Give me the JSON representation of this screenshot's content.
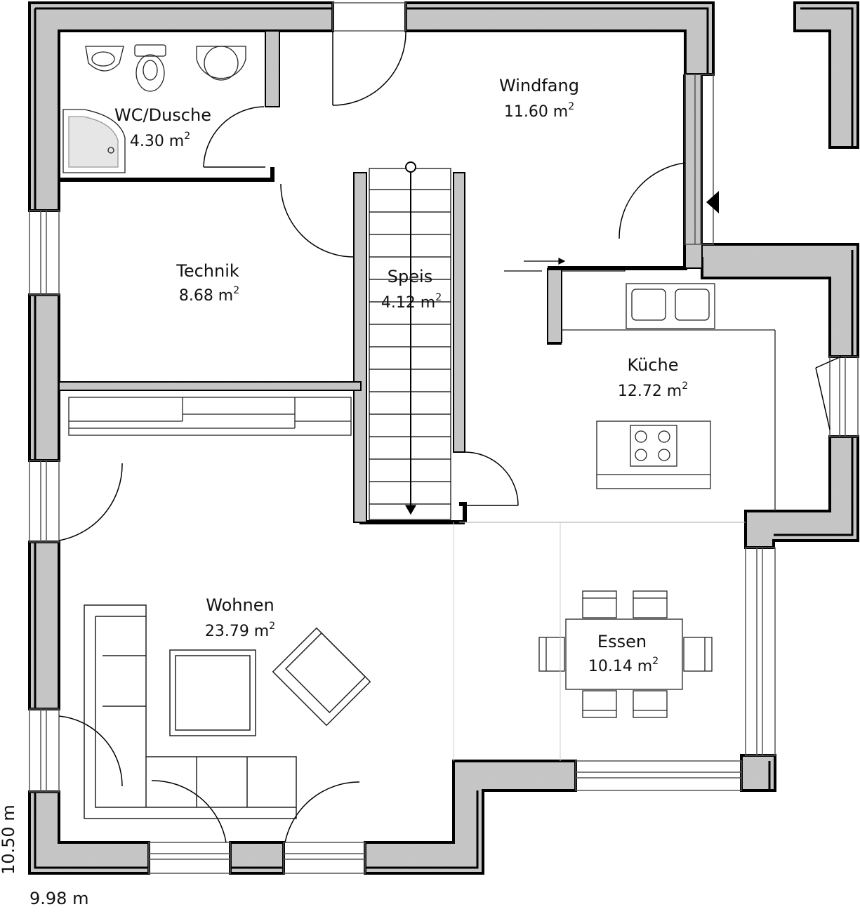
{
  "plan": {
    "rooms": [
      {
        "id": "wc-dusche",
        "name": "WC/Dusche",
        "area": "4.30 m",
        "area_sup": "2"
      },
      {
        "id": "windfang",
        "name": "Windfang",
        "area": "11.60 m",
        "area_sup": "2"
      },
      {
        "id": "technik",
        "name": "Technik",
        "area": "8.68 m",
        "area_sup": "2"
      },
      {
        "id": "speis",
        "name": "Speis",
        "area": "4.12 m",
        "area_sup": "2"
      },
      {
        "id": "kueche",
        "name": "Küche",
        "area": "12.72 m",
        "area_sup": "2"
      },
      {
        "id": "wohnen",
        "name": "Wohnen",
        "area": "23.79 m",
        "area_sup": "2"
      },
      {
        "id": "essen",
        "name": "Essen",
        "area": "10.14 m",
        "area_sup": "2"
      }
    ],
    "dimensions": {
      "width": "9.98 m",
      "height": "10.50 m"
    },
    "colors": {
      "wall_fill": "#c8c8c8",
      "line": "#000000",
      "background": "#ffffff"
    }
  }
}
